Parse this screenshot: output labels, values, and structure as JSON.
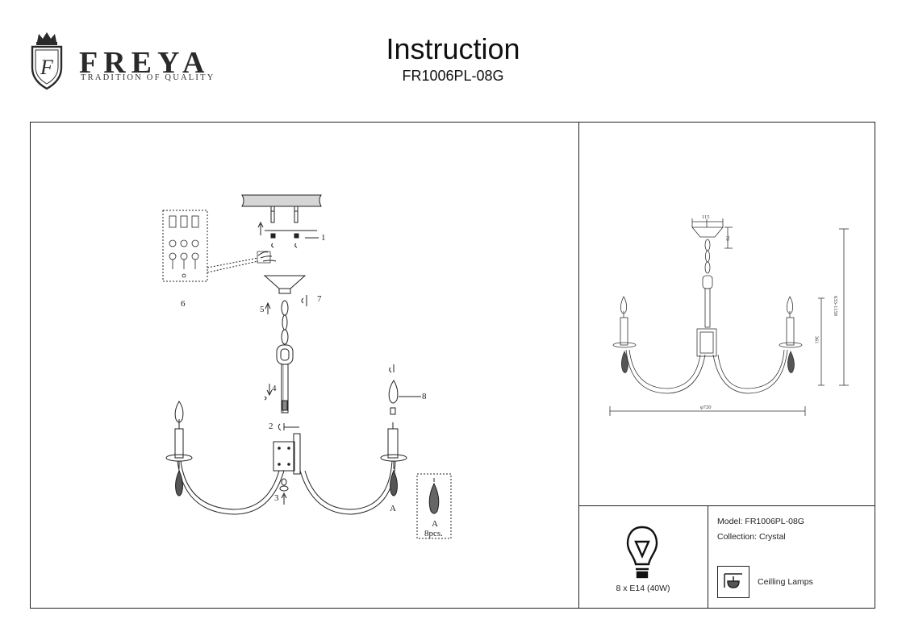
{
  "header": {
    "brand_name": "FREYA",
    "brand_tagline": "TRADITION OF QUALITY",
    "title": "Instruction",
    "model_code": "FR1006PL-08G"
  },
  "assembly": {
    "part_labels": [
      "1",
      "2",
      "3",
      "4",
      "5",
      "6",
      "7",
      "8"
    ],
    "part_label_a": "A",
    "crystal_callout_label": "A",
    "crystal_callout_qty": "8pcs."
  },
  "dimensions": {
    "canopy_width": "115",
    "canopy_height": "70",
    "body_height": "361",
    "total_height": "633-1158",
    "diameter": "φ720"
  },
  "specs": {
    "bulb": "8 x E14 (40W)",
    "model_line": "Model: FR1006PL-08G",
    "collection_line": "Collection: Crystal",
    "lamp_type": "Ceilling Lamps"
  },
  "colors": {
    "line": "#222222",
    "ceiling_fill": "#d6d6d6"
  }
}
